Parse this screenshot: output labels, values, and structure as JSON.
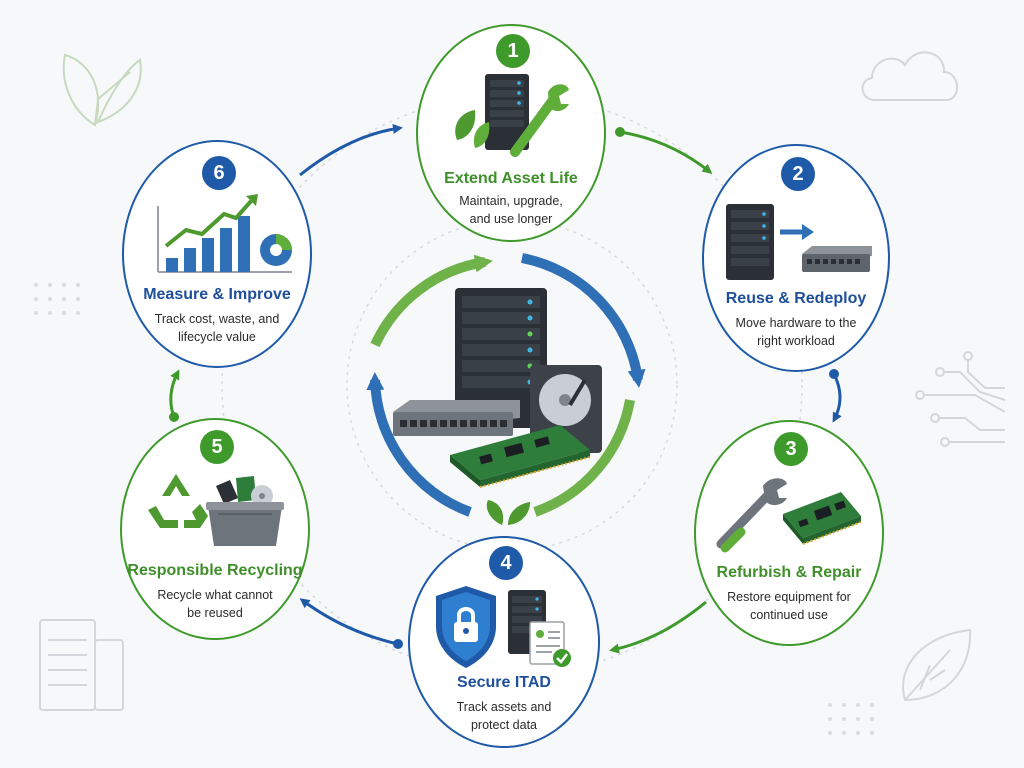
{
  "colors": {
    "green": "#3f9a2c",
    "blue": "#1e5aa8",
    "dark": "#2b2f36"
  },
  "steps": [
    {
      "number": "1",
      "title": "Extend Asset Life",
      "desc_line1": "Maintain, upgrade,",
      "desc_line2": "and use longer",
      "accent": "green",
      "icon": "server-wrench-icon"
    },
    {
      "number": "2",
      "title": "Reuse & Redeploy",
      "desc_line1": "Move hardware to the",
      "desc_line2": "right workload",
      "accent": "blue",
      "icon": "server-to-switch-icon"
    },
    {
      "number": "3",
      "title": "Refurbish & Repair",
      "desc_line1": "Restore equipment for",
      "desc_line2": "continued use",
      "accent": "green",
      "icon": "wrench-circuit-board-icon"
    },
    {
      "number": "4",
      "title": "Secure ITAD",
      "desc_line1": "Track assets and",
      "desc_line2": "protect data",
      "accent": "blue",
      "icon": "shield-lock-icon"
    },
    {
      "number": "5",
      "title": "Responsible Recycling",
      "desc_line1": "Recycle what cannot",
      "desc_line2": "be reused",
      "accent": "green",
      "icon": "recycle-bin-icon"
    },
    {
      "number": "6",
      "title": "Measure & Improve",
      "desc_line1": "Track cost, waste, and",
      "desc_line2": "lifecycle value",
      "accent": "blue",
      "icon": "growth-chart-icon"
    }
  ],
  "center_icon": "hardware-cluster-icon",
  "decorations": [
    "leaf-icon",
    "cloud-icon",
    "circuit-lines-icon",
    "server-outline-icon",
    "leaf-outline-icon",
    "dot-grid-icon"
  ]
}
